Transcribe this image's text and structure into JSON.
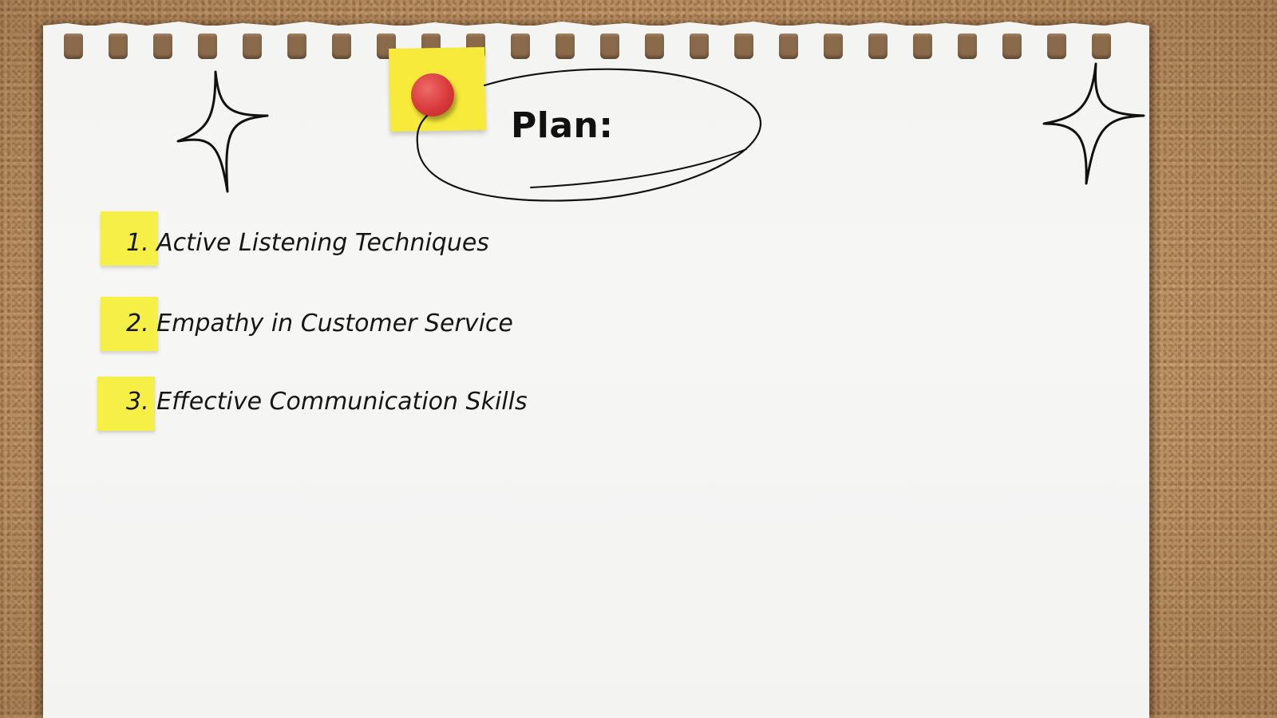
{
  "slide": {
    "title": "Plan:",
    "items": [
      "1. Active Listening Techniques",
      "2. Empathy in Customer Service",
      "3. Effective Communication Skills"
    ]
  },
  "icons": {
    "left_sparkle": "sparkle-icon",
    "right_sparkle": "sparkle-icon",
    "pin": "pushpin-icon",
    "note": "sticky-note"
  },
  "colors": {
    "cork": "#c49a6c",
    "paper": "#f5f5f4",
    "sticky_yellow": "#f7ea3a",
    "pin_red": "#d83a3a",
    "ink": "#111111"
  }
}
